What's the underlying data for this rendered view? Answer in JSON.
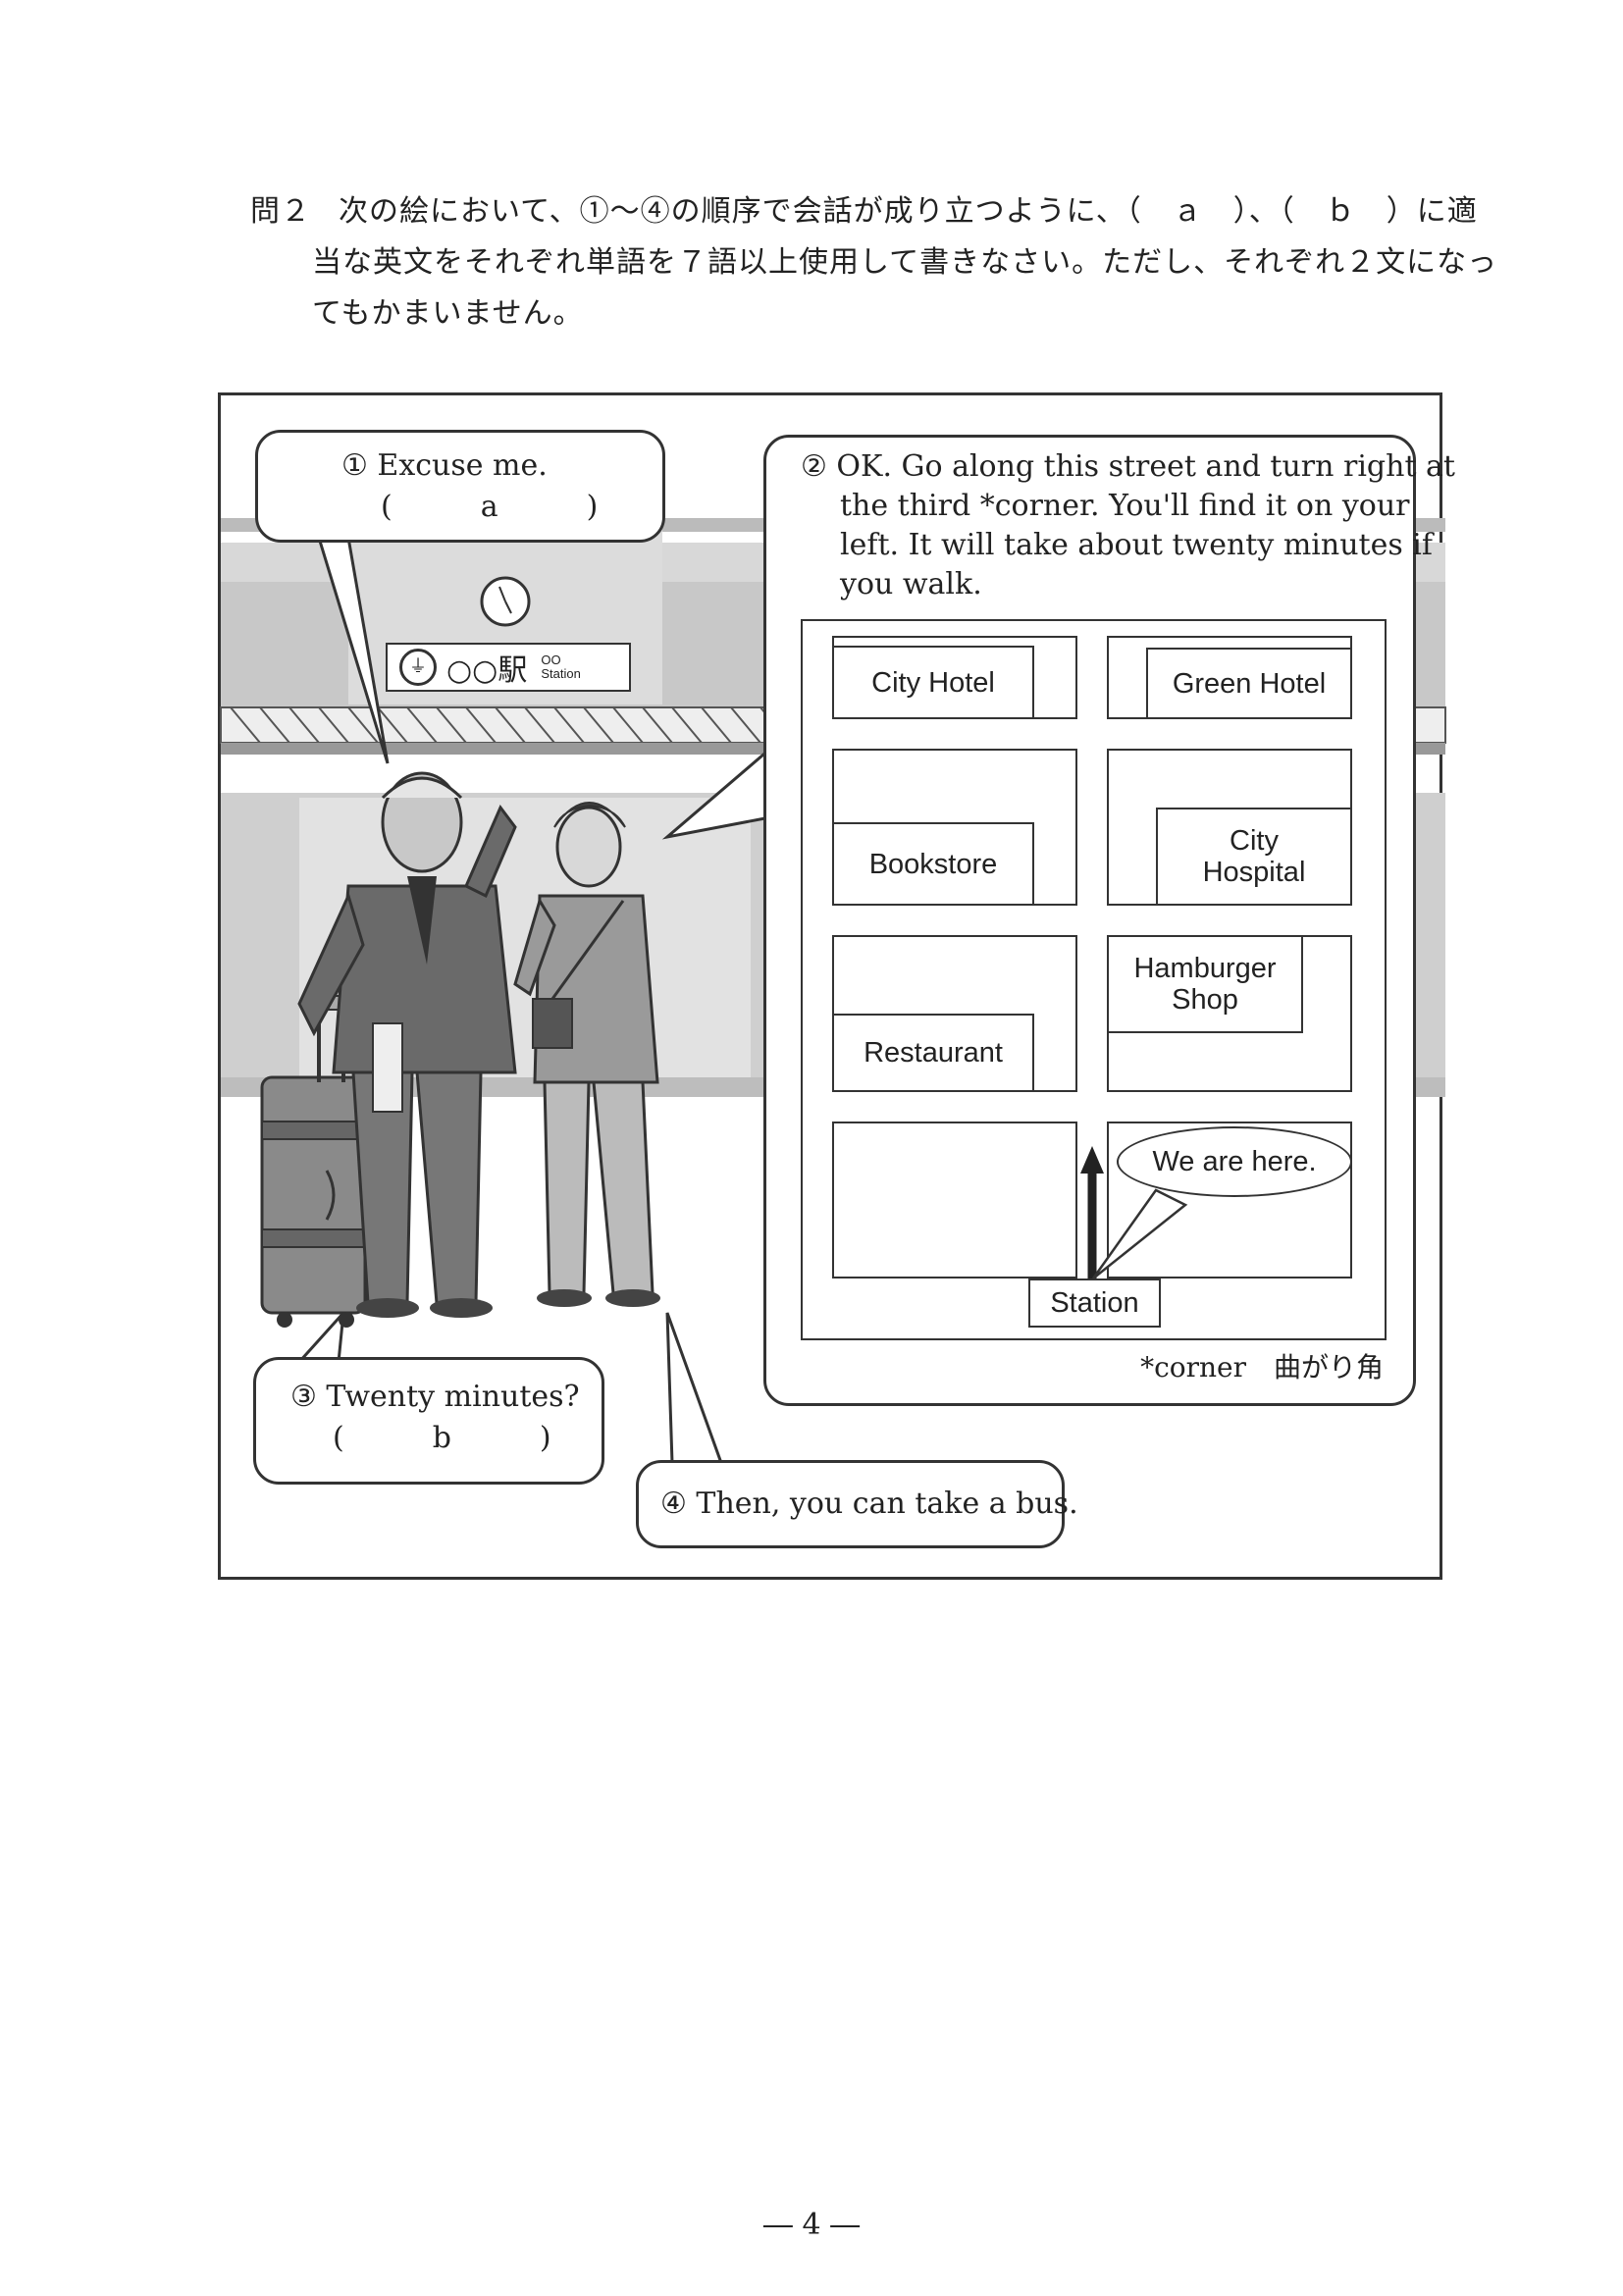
{
  "question": {
    "number": "問２",
    "line1": "次の絵において、①～④の順序で会話が成り立つように、（　ａ　）、（　ｂ　）に適",
    "line2": "当な英文をそれぞれ単語を７語以上使用して書きなさい。ただし、それぞれ２文になっ",
    "line3": "てもかまいません。"
  },
  "station_sign": {
    "name": "○○駅",
    "roman_top": "OO",
    "roman_bottom": "Station"
  },
  "bubbles": {
    "b1_line1": "① Excuse me.",
    "b1_line2": "(　　　a　　　)",
    "b2_lines": [
      "② OK. Go along this street and turn right at",
      "the third *corner.  You'll find it on your",
      "left. It will take about twenty minutes if",
      "you walk."
    ],
    "b3_line1": "③ Twenty minutes?",
    "b3_line2": "(　　　b　　　)",
    "b4": "④ Then, you can take a bus."
  },
  "map": {
    "city_hotel": "City Hotel",
    "green_hotel": "Green Hotel",
    "bookstore": "Bookstore",
    "city_hospital_1": "City",
    "city_hospital_2": "Hospital",
    "hamburger_1": "Hamburger",
    "hamburger_2": "Shop",
    "restaurant": "Restaurant",
    "we_are_here": "We are here.",
    "station": "Station"
  },
  "footnote": "*corner　曲がり角",
  "page_number": "― 4 ―"
}
